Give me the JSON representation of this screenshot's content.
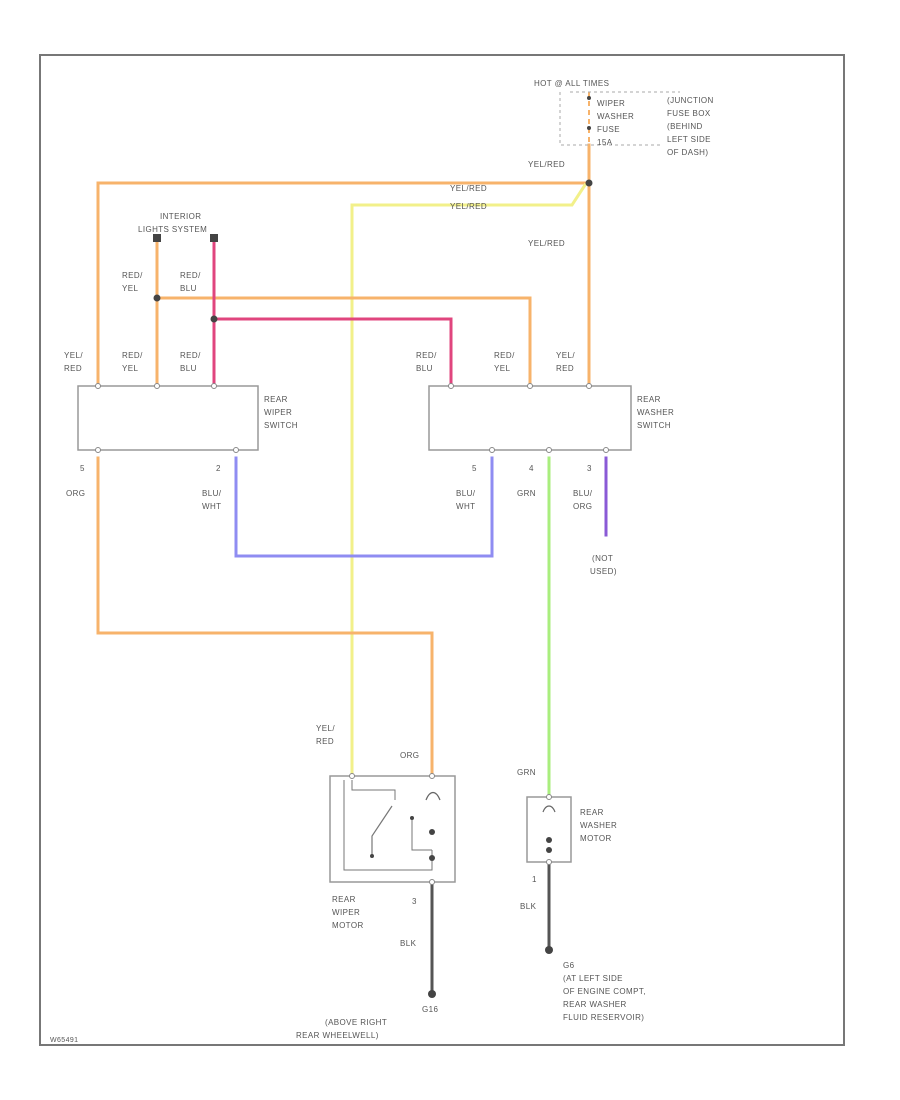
{
  "colors": {
    "orange": "#f7b36b",
    "yellow": "#f2f08a",
    "pink": "#e0457e",
    "blue": "#8f8cf2",
    "green": "#a9ee7e",
    "purple": "#8a5ad6",
    "black": "#555555"
  },
  "header": {
    "hot": "HOT @ ALL TIMES",
    "fuse_line1": "WIPER",
    "fuse_line2": "WASHER",
    "fuse_line3": "FUSE",
    "fuse_line4": "15A",
    "loc_line1": "(JUNCTION",
    "loc_line2": "FUSE BOX",
    "loc_line3": "(BEHIND",
    "loc_line4": "LEFT SIDE",
    "loc_line5": "OF DASH)"
  },
  "wire_labels": {
    "yel_red_top": "YEL/RED",
    "yel_red_a": "YEL/RED",
    "yel_red_b": "YEL/RED",
    "yel_red_c": "YEL/RED",
    "interior_1": "INTERIOR",
    "interior_2": "LIGHTS SYSTEM",
    "red_yel_1": "RED/",
    "red_yel_2": "YEL",
    "red_blu_1": "RED/",
    "red_blu_2": "BLU"
  },
  "wiper_switch": {
    "title_1": "REAR",
    "title_2": "WIPER",
    "title_3": "SWITCH",
    "pin_a_1": "YEL/",
    "pin_a_2": "RED",
    "pin_b_1": "RED/",
    "pin_b_2": "YEL",
    "pin_c_1": "RED/",
    "pin_c_2": "BLU",
    "pin_out_1": "5",
    "pin_out_1_color": "ORG",
    "pin_out_2": "2",
    "pin_out_2_color_1": "BLU/",
    "pin_out_2_color_2": "WHT"
  },
  "washer_switch": {
    "title_1": "REAR",
    "title_2": "WASHER",
    "title_3": "SWITCH",
    "pin_a_1": "RED/",
    "pin_a_2": "BLU",
    "pin_b_1": "RED/",
    "pin_b_2": "YEL",
    "pin_c_1": "YEL/",
    "pin_c_2": "RED",
    "pin_out_1": "5",
    "pin_out_1_color_1": "BLU/",
    "pin_out_1_color_2": "WHT",
    "pin_out_2": "4",
    "pin_out_2_color": "GRN",
    "pin_out_3": "3",
    "pin_out_3_color_1": "BLU/",
    "pin_out_3_color_2": "ORG",
    "not_used_1": "(NOT",
    "not_used_2": "USED)"
  },
  "wiper_motor": {
    "in_1": "YEL/",
    "in_2": "RED",
    "in_org": "ORG",
    "title_1": "REAR",
    "title_2": "WIPER",
    "title_3": "MOTOR",
    "pin": "3",
    "ground_color": "BLK",
    "ground_id": "G16",
    "ground_loc_1": "(ABOVE RIGHT",
    "ground_loc_2": "REAR WHEELWELL)"
  },
  "washer_motor": {
    "in_color": "GRN",
    "title_1": "REAR",
    "title_2": "WASHER",
    "title_3": "MOTOR",
    "pin": "1",
    "ground_color": "BLK",
    "ground_id": "G6",
    "ground_loc_1": "(AT LEFT SIDE",
    "ground_loc_2": "OF ENGINE COMPT,",
    "ground_loc_3": "REAR WASHER",
    "ground_loc_4": "FLUID RESERVOIR)"
  },
  "footer": {
    "code": "W65491"
  }
}
